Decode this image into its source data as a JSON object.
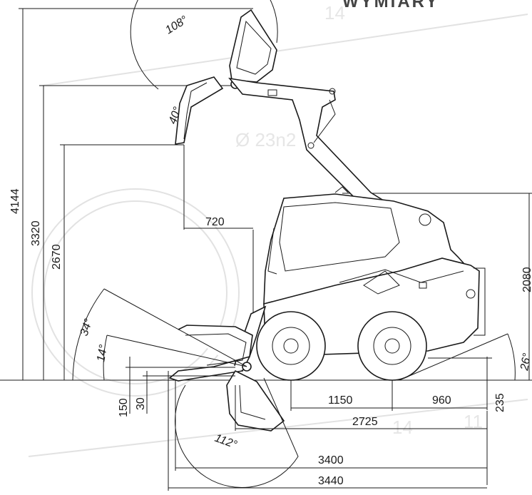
{
  "header": {
    "title": "WYMIARY"
  },
  "watermark": {
    "top_number": "14",
    "capacity": "Ø 23n2",
    "bottom_a": "14",
    "bottom_b": "11"
  },
  "dimensions": {
    "height_4144": "4144",
    "height_3320": "3320",
    "height_2670": "2670",
    "height_2080": "2080",
    "reach_720": "720",
    "wheelbase_1150": "1150",
    "rear_960": "960",
    "length_2725": "2725",
    "length_3400": "3400",
    "length_3440": "3440",
    "clearance_235": "235",
    "dig_150": "150",
    "dig_30": "30"
  },
  "angles": {
    "rollback_top": "108°",
    "dump": "40°",
    "approach": "34°",
    "ground_rollback": "14°",
    "departure": "26°",
    "bucket_ground": "112°"
  },
  "colors": {
    "line": "#1a1a1a",
    "watermark": "#e2e2e2",
    "background": "#ffffff"
  }
}
